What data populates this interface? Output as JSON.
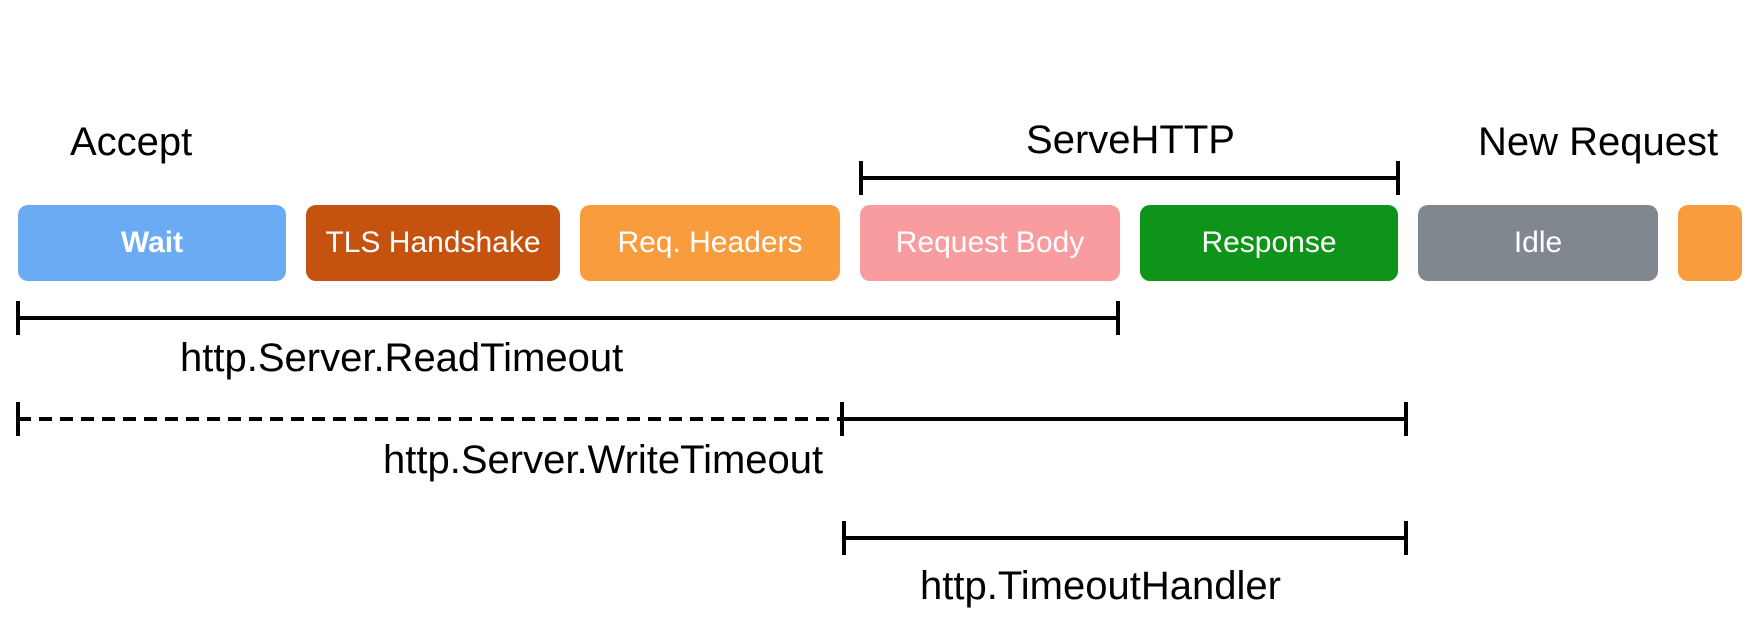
{
  "background": "#ffffff",
  "line_color": "#000000",
  "text_color": "#000000",
  "stage_labels": {
    "accept": "Accept",
    "serve_http": "ServeHTTP",
    "new_request": "New Request"
  },
  "phases": [
    {
      "label": "Wait",
      "color": "#6aabf3"
    },
    {
      "label": "TLS Handshake",
      "color": "#c5520e"
    },
    {
      "label": "Req. Headers",
      "color": "#f99c3e"
    },
    {
      "label": "Request Body",
      "color": "#f89ca0"
    },
    {
      "label": "Response",
      "color": "#0e9519"
    },
    {
      "label": "Idle",
      "color": "#81878f"
    },
    {
      "label": "",
      "color": "#f99c3e"
    }
  ],
  "timeout_labels": {
    "read": "http.Server.ReadTimeout",
    "write": "http.Server.WriteTimeout",
    "handler": "http.TimeoutHandler"
  }
}
